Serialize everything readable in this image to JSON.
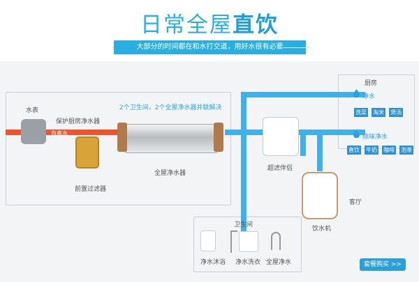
{
  "header": {
    "title_plain": "日常全屋",
    "title_bold": "直饮",
    "subtitle": "大部分的时间都在和水打交道，用好水很有必要"
  },
  "diagram": {
    "meter": "水表",
    "tap_water": "自来水",
    "kitchen_protector": "保护厨房净水器",
    "prefilter": "前置过滤器",
    "whole_house": "全屋净水器",
    "note": "2个卫生间，2个全屋净水器并联解决",
    "partner": "超滤伴侣",
    "dispenser": "饮水机",
    "living_room": "客厅",
    "kitchen": {
      "title": "厨房",
      "pure_water": "净水",
      "pure_tags": [
        "洗菜",
        "淘米",
        "煲汤"
      ],
      "fresh_water": "除味净水",
      "fresh_tags": [
        "直饮",
        "牛奶",
        "咖啡",
        "泡茶"
      ]
    },
    "bathroom": {
      "title": "卫生间",
      "items": [
        "净水沐浴",
        "净水洗衣",
        "全屋净水"
      ]
    }
  },
  "buy_button": "套餐购买 >>",
  "colors": {
    "accent": "#29aee0",
    "pipe_blue": "#3fb0e8",
    "pipe_red": "#f0542d",
    "tag_blue": "#2d8fd8"
  }
}
